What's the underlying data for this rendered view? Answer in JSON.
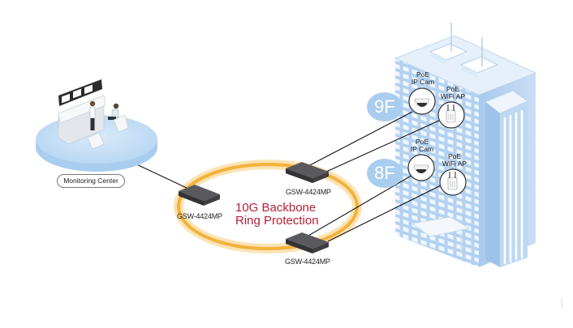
{
  "diagram": {
    "title": "",
    "monitoring_center": {
      "label": "Monitoring Center"
    },
    "ring": {
      "title_line1": "10G Backbone",
      "title_line2": "Ring Protection",
      "color": "#f3b23a",
      "text_color": "#b5203a"
    },
    "switches": [
      {
        "id": "left",
        "model": "GSW-4424MP"
      },
      {
        "id": "top",
        "model": "GSW-4424MP"
      },
      {
        "id": "bottom",
        "model": "GSW-4424MP"
      }
    ],
    "floors": [
      {
        "label": "9F",
        "devices": [
          {
            "line1": "PoE",
            "line2": "IP Cam",
            "icon": "ip-camera-icon"
          },
          {
            "line1": "PoE",
            "line2": "WiFi AP",
            "icon": "wifi-ap-icon"
          }
        ]
      },
      {
        "label": "8F",
        "devices": [
          {
            "line1": "PoE",
            "line2": "IP Cam",
            "icon": "ip-camera-icon"
          },
          {
            "line1": "PoE",
            "line2": "WiFi AP",
            "icon": "wifi-ap-icon"
          }
        ]
      }
    ],
    "connections": [
      {
        "from": "monitoring-center",
        "to": "switch-left"
      },
      {
        "from": "switch-top",
        "to": "9F-ip-cam"
      },
      {
        "from": "switch-top",
        "to": "9F-wifi-ap"
      },
      {
        "from": "switch-bottom",
        "to": "8F-ip-cam"
      },
      {
        "from": "switch-bottom",
        "to": "8F-wifi-ap"
      }
    ],
    "colors": {
      "building_light": "#dbeaf8",
      "building_mid": "#b9d6f2",
      "building_dark": "#8fb8e3",
      "platform": "#bcdaf3",
      "switch": "#4a4a4d"
    }
  }
}
